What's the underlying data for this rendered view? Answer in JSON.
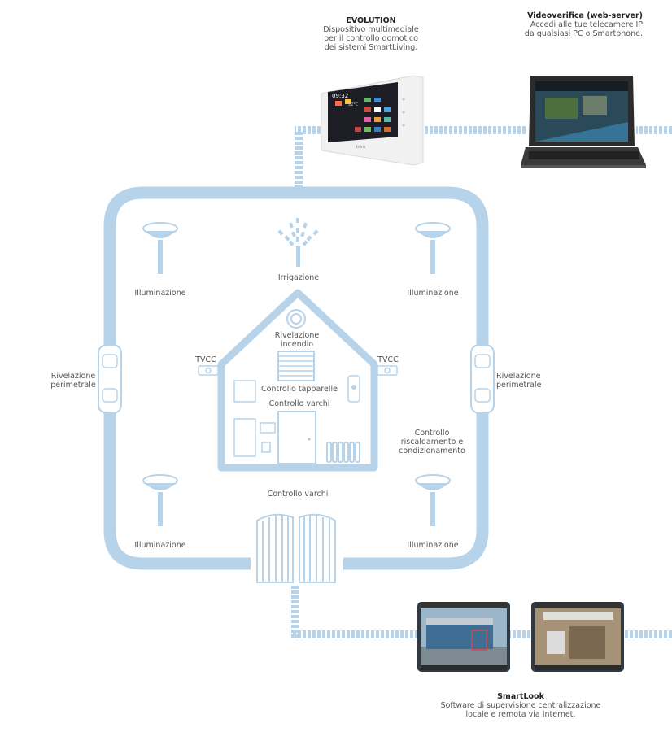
{
  "evolution": {
    "title": "EVOLUTION",
    "desc1": "Dispositivo multimediale",
    "desc2": "per il controllo domotico",
    "desc3": "dei sistemi SmartLiving.",
    "screen_time": "09:32",
    "screen_temp": "22°C",
    "brand": "inim"
  },
  "video": {
    "title": "Videoverifica (web-server)",
    "desc1": "Accedi alle tue telecamere IP",
    "desc2": "da qualsiasi PC o Smartphone."
  },
  "smartlook": {
    "title": "SmartLook",
    "desc1": "Software di supervisione centralizzazione",
    "desc2": "locale e remota via Internet."
  },
  "labels": {
    "illum_tl": "Illuminazione",
    "illum_tr": "Illuminazione",
    "illum_bl": "Illuminazione",
    "illum_br": "Illuminazione",
    "irrigazione": "Irrigazione",
    "rivelazione_l1": "Rivelazione",
    "rivelazione_l2": "perimetrale",
    "rivelazione_r1": "Rivelazione",
    "rivelazione_r2": "perimetrale",
    "tvcc_l": "TVCC",
    "tvcc_r": "TVCC",
    "incendio1": "Rivelazione",
    "incendio2": "incendio",
    "tapparelle": "Controllo tapparelle",
    "varchi_in": "Controllo varchi",
    "clima1": "Controllo",
    "clima2": "riscaldamento e",
    "clima3": "condizionamento",
    "varchi_gate": "Controllo varchi"
  },
  "colors": {
    "pipe": "#b7d3ea",
    "pipe_dark": "#a9c8e2",
    "device": "#f2f2f2"
  }
}
